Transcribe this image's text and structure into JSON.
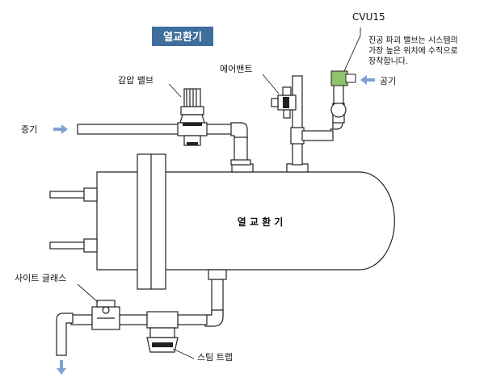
{
  "title_badge": "열교환기",
  "vessel_label": "열 교 환 기",
  "labels": {
    "reducing_valve": "감압 밸브",
    "air_vent": "에어밴트",
    "cvu": "CVU15",
    "cvu_note_1": "진공 파괴 밸브는 시스템의",
    "cvu_note_2": "가장 높은 위치에 수직으로",
    "cvu_note_3": "장착합니다.",
    "air": "공기",
    "steam": "증기",
    "sight_glass": "사이트 글래스",
    "steam_trap": "스팀 트랩"
  },
  "colors": {
    "badge_bg": "#3e6e9c",
    "badge_text": "#ffffff",
    "arrow": "#7f9fd0",
    "cvu_green": "#8fc36b",
    "line": "#222222"
  },
  "icons": [
    "arrow-right-icon",
    "arrow-left-icon",
    "arrow-down-icon"
  ]
}
